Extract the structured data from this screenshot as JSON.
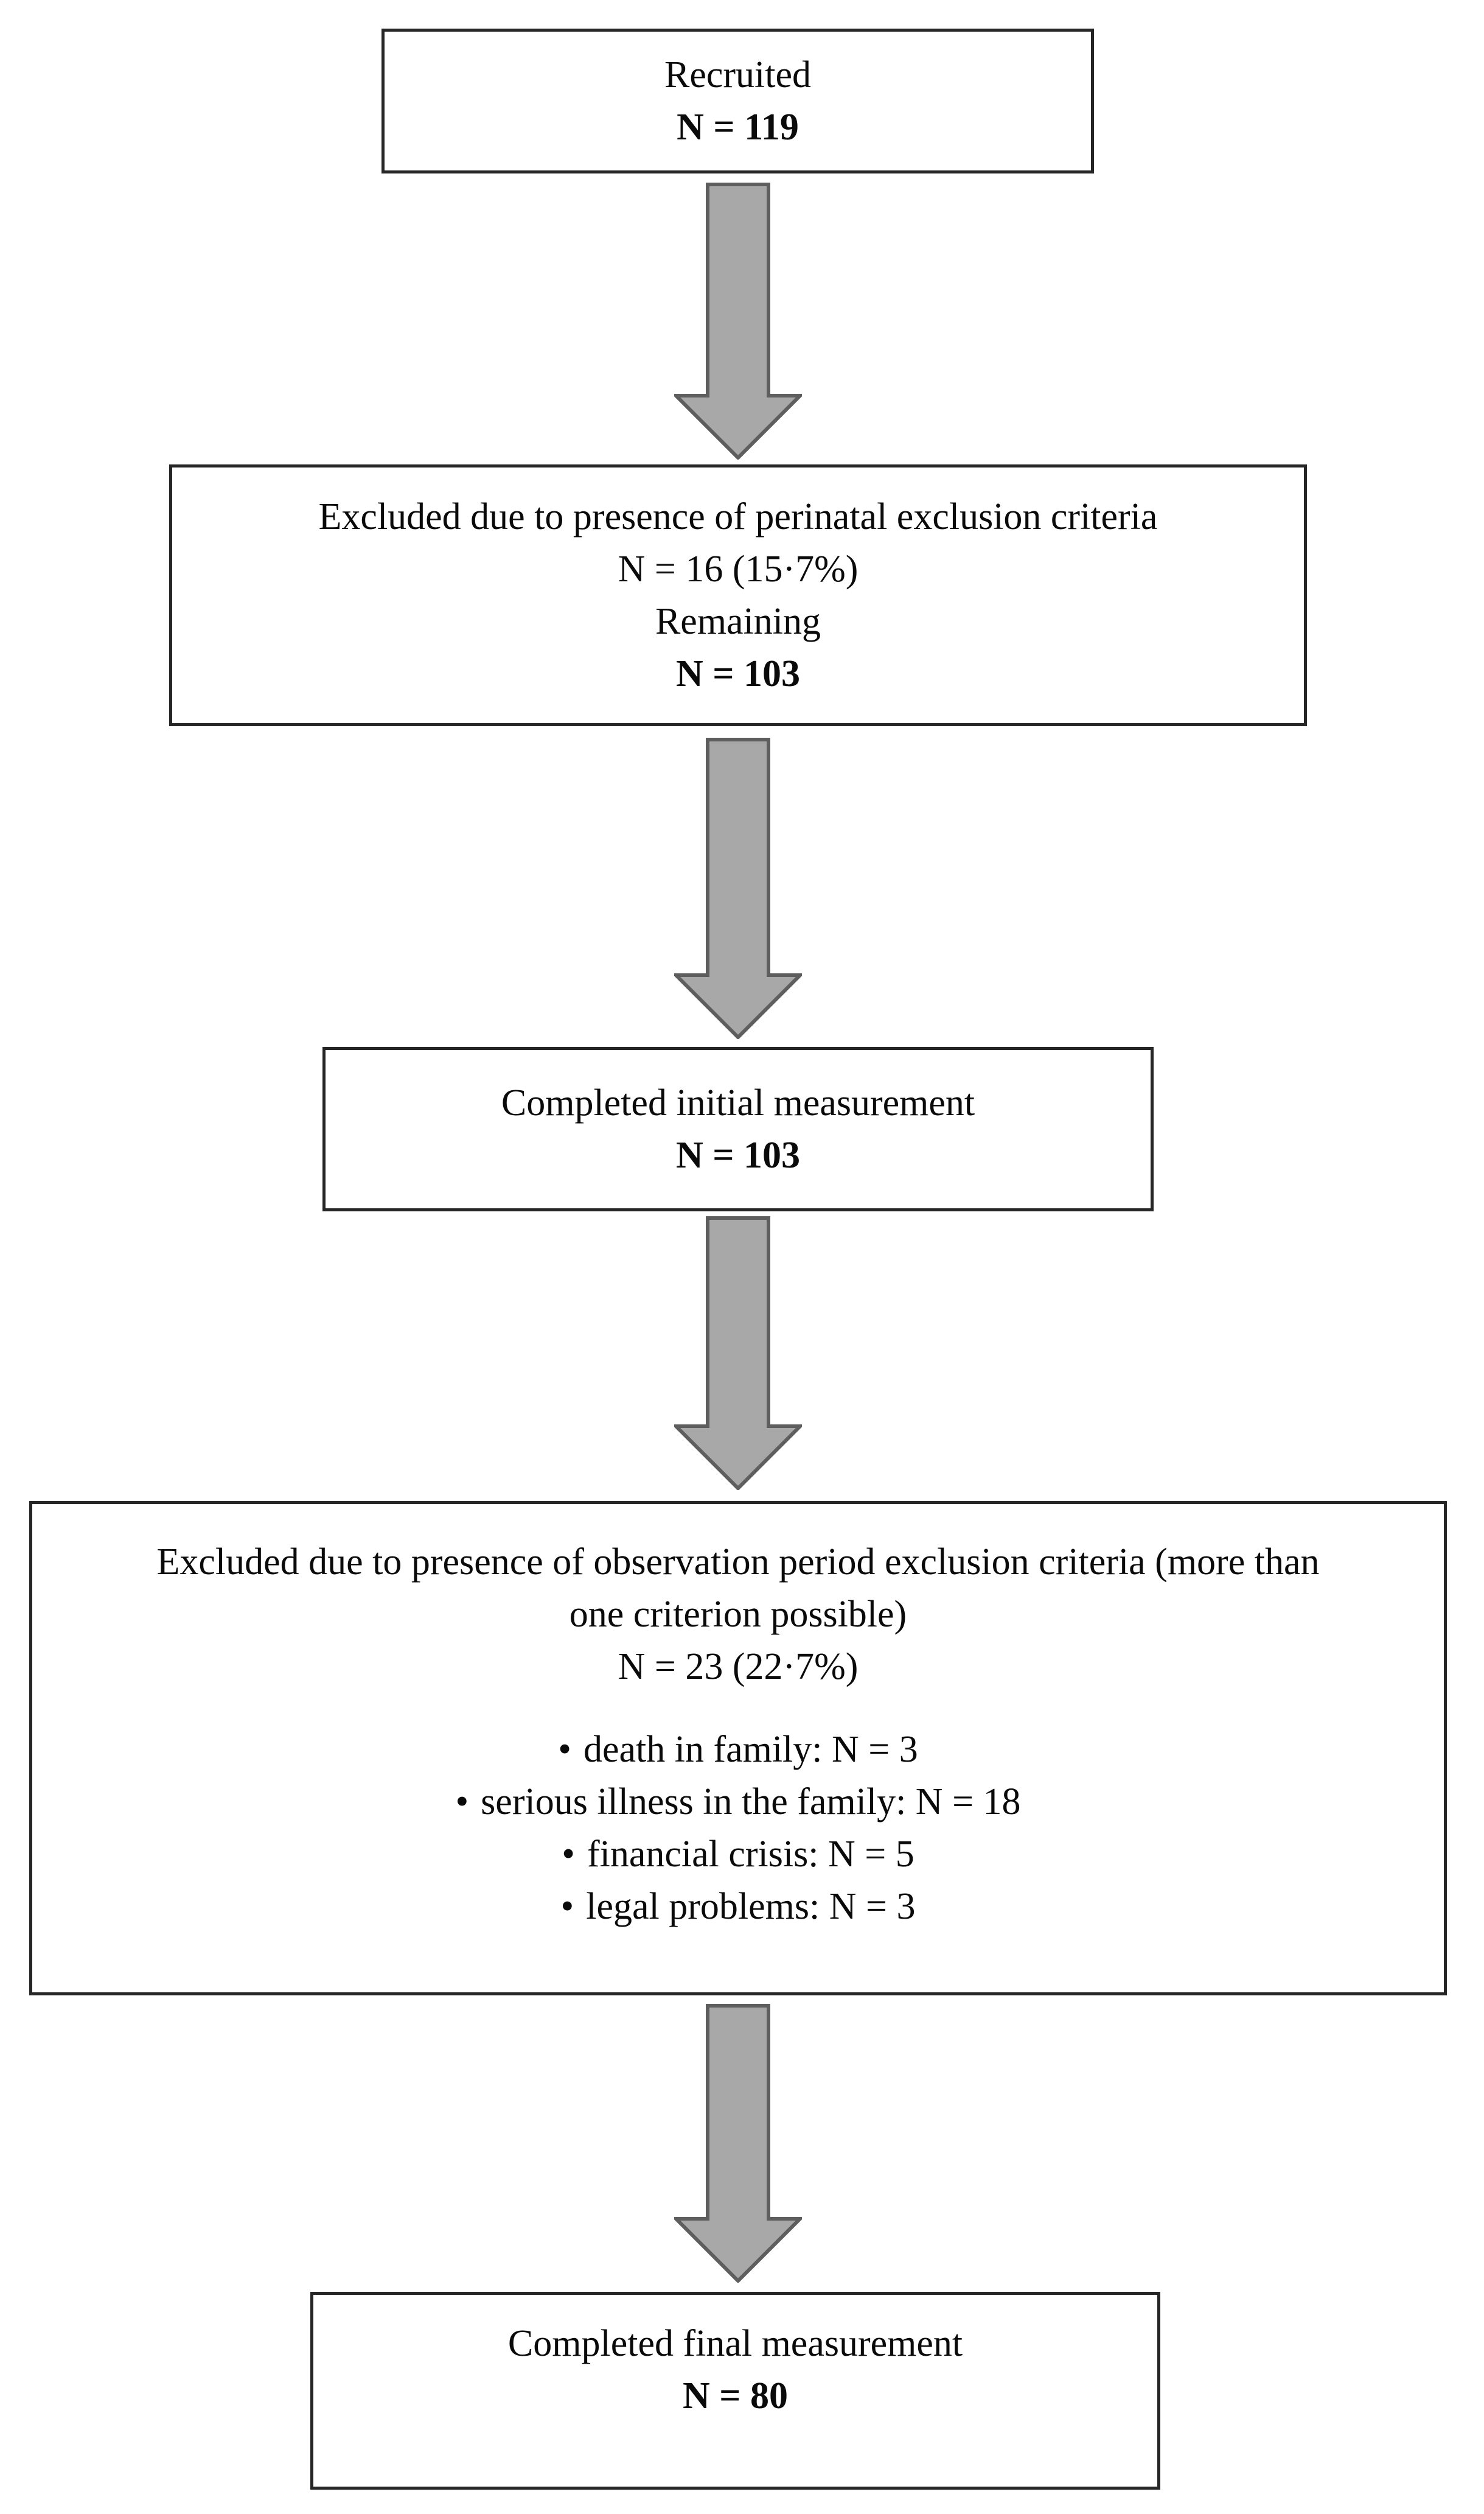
{
  "colors": {
    "background": "#ffffff",
    "box_border": "#262626",
    "arrow_fill": "#a8a8a8",
    "arrow_stroke": "#5e5e5e",
    "text": "#0a0a0a"
  },
  "bullet_glyph": "•",
  "boxes": {
    "recruited": {
      "line1": "Recruited",
      "line2": "N = 119"
    },
    "perinatal_exclusion": {
      "line1": "Excluded due to presence of perinatal exclusion criteria",
      "line2": "N = 16 (15·7%)",
      "line3": "Remaining",
      "line4": "N = 103"
    },
    "initial_measurement": {
      "line1": "Completed initial measurement",
      "line2": "N = 103"
    },
    "observation_exclusion": {
      "line1": "Excluded due to presence of observation period exclusion criteria (more than",
      "line2": "one criterion possible)",
      "line3": "N = 23 (22·7%)",
      "bullets": [
        "death in family: N = 3",
        "serious illness in the family: N = 18",
        "financial crisis: N = 5",
        "legal problems: N = 3"
      ]
    },
    "final_measurement": {
      "line1": "Completed final measurement",
      "line2": "N = 80"
    }
  }
}
